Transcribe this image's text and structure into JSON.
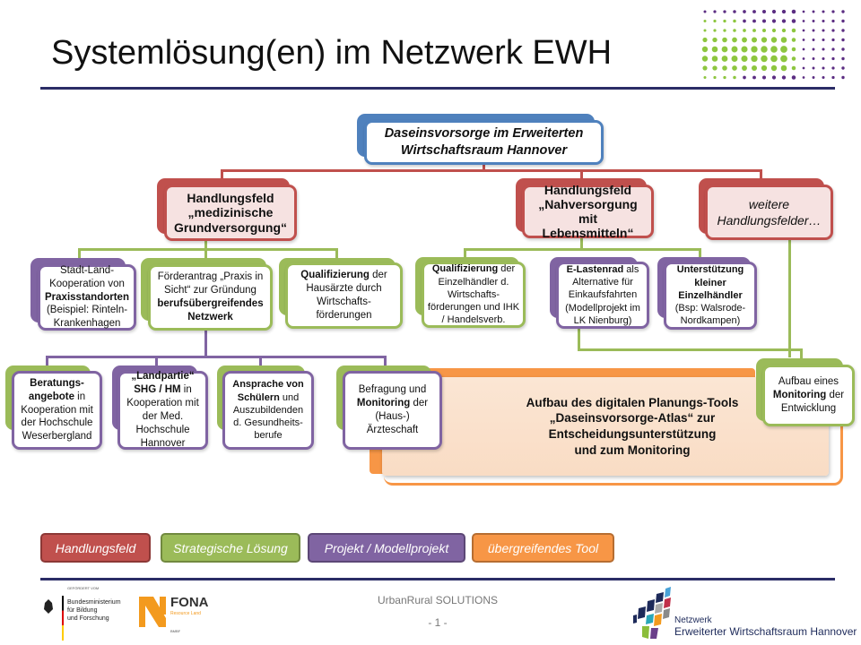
{
  "title": "Systemlösung(en) im Netzwerk EWH",
  "root": {
    "l1": "Daseinsvorsorge im Erweiterten",
    "l2": "Wirtschaftsraum Hannover"
  },
  "fields": [
    {
      "l1": "Handlungsfeld",
      "l2": "„medizinische",
      "l3": "Grundversorgung“"
    },
    {
      "l1": "Handlungsfeld",
      "l2": "„Nahversorgung mit",
      "l3": "Lebensmitteln“"
    },
    {
      "l1": "weitere",
      "l2": "Handlungsfelder…"
    }
  ],
  "boxes": {
    "stadtland": {
      "a": "Stadt-Land-Kooperation von ",
      "b": "Praxisstandorten",
      "c": " (Beispiel: Rinteln-Krankenhagen"
    },
    "foerder": {
      "a": "Förderantrag „Praxis in Sicht“ zur Gründung ",
      "b": "berufsübergreifendes Netzwerk"
    },
    "qualiHaus": {
      "b": "Qualifizierung",
      "c": " der Hausärzte durch Wirtschafts-förderungen"
    },
    "qualiEinzel": {
      "b": "Qualifizierung",
      "c": " der Einzelhändler d. Wirtschafts-förderungen und IHK / Handelsverb."
    },
    "lastenrad": {
      "b": "E-Lastenrad",
      "c": " als Alternative für Einkaufsfahrten (Modellprojekt im LK Nienburg)"
    },
    "unterst": {
      "b": "Unterstützung kleiner Einzelhändler",
      "c": " (Bsp: Walsrode-Nordkampen)"
    },
    "beratung": {
      "b": "Beratungs-angebote",
      "c": " in Kooperation mit der Hochschule Weserbergland"
    },
    "landpartie": {
      "b": "„Landpartie“ SHG / HM",
      "c": " in Kooperation mit der Med. Hochschule Hannover"
    },
    "ansprache": {
      "b": "Ansprache von Schülern",
      "c": " und Auszubildenden d. Gesundheits-berufe"
    },
    "befragung": {
      "a": "Befragung und ",
      "b": "Monitoring",
      "c": " der (Haus-) Ärzteschaft"
    },
    "aufbauMon": {
      "a": "Aufbau eines ",
      "b": "Monitoring",
      "c": " der Entwicklung"
    }
  },
  "tool": {
    "l1": "Aufbau des digitalen Planungs-Tools",
    "l2": "„Daseinsvorsorge-Atlas“ zur",
    "l3": "Entscheidungsunterstützung",
    "l4": "und zum Monitoring"
  },
  "legend": [
    "Handlungsfeld",
    "Strategische Lösung",
    "Projekt / Modellprojekt",
    "übergreifendes Tool"
  ],
  "footer": {
    "center": "UrbanRural  SOLUTIONS",
    "page": "- 1 -",
    "funded": "GEFÖRDERT VOM",
    "bmbf": [
      "Bundesministerium",
      "für Bildung",
      "und Forschung"
    ],
    "fona": "FONA",
    "fona_sub": "Resource Land",
    "fona_bmbf": "BMBF",
    "network1": "Netzwerk",
    "network2": "Erweiterter Wirtschaftsraum Hannover"
  },
  "colors": {
    "red": "#c0504d",
    "green": "#9bbb59",
    "purple": "#8064a2",
    "orange": "#f79646",
    "blue": "#4f81bd",
    "navy": "#2b2d66"
  }
}
